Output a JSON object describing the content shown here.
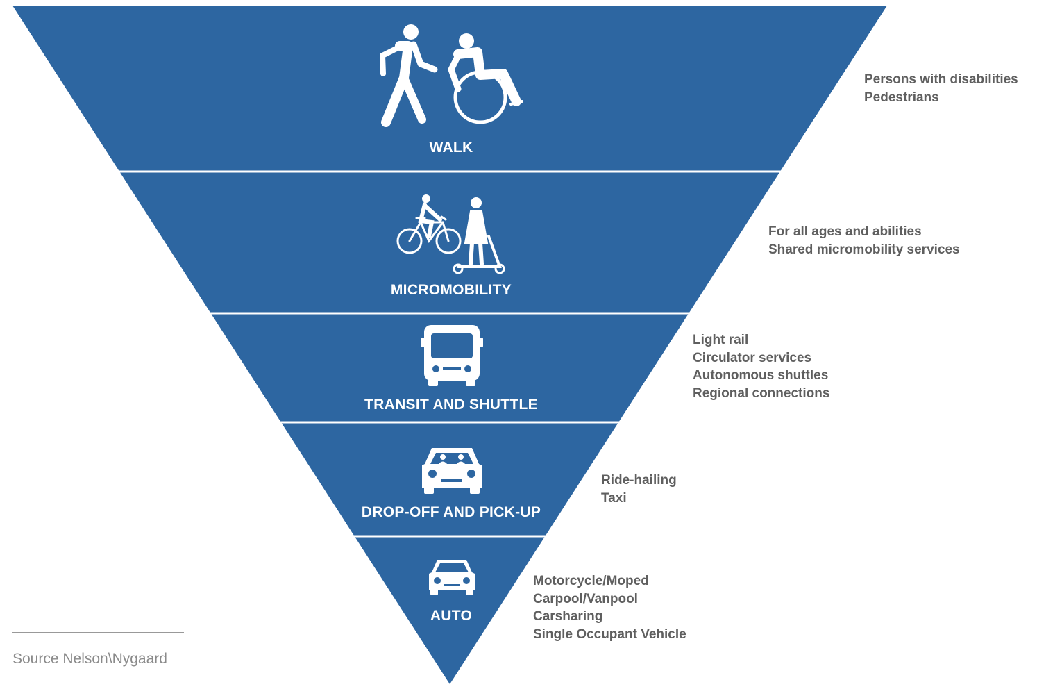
{
  "colors": {
    "fill": "#2D66A1",
    "divider": "#ffffff",
    "note_text": "#5f5f5f",
    "source_text": "#8a8a8a"
  },
  "tiers": [
    {
      "label": "WALK",
      "icons": [
        "pedestrian-icon",
        "wheelchair-icon"
      ],
      "notes": [
        "Persons with disabilities",
        "Pedestrians"
      ]
    },
    {
      "label": "MICROMOBILITY",
      "icons": [
        "bicycle-icon",
        "scooter-icon"
      ],
      "notes": [
        "For all ages and abilities",
        "Shared micromobility services"
      ]
    },
    {
      "label": "TRANSIT AND SHUTTLE",
      "icons": [
        "bus-icon"
      ],
      "notes": [
        "Light rail",
        "Circulator services",
        "Autonomous shuttles",
        "Regional connections"
      ]
    },
    {
      "label": "DROP-OFF AND PICK-UP",
      "icons": [
        "car-with-passengers-icon"
      ],
      "notes": [
        "Ride-hailing",
        "Taxi"
      ]
    },
    {
      "label": "AUTO",
      "icons": [
        "car-icon"
      ],
      "notes": [
        "Motorcycle/Moped",
        "Carpool/Vanpool",
        "Carsharing",
        "Single Occupant Vehicle"
      ]
    }
  ],
  "source": "Source Nelson\\Nygaard"
}
